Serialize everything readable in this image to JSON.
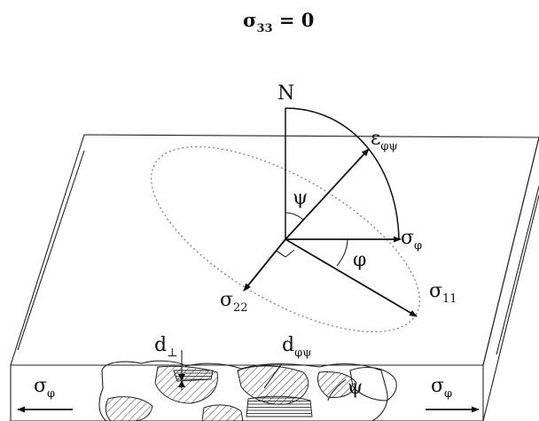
{
  "title": {
    "symbol": "σ",
    "subscript": "33",
    "rest": " = 0"
  },
  "labels": {
    "normal": "N",
    "epsilon": {
      "symbol": "ε",
      "subscript": "φψ"
    },
    "psi": "ψ",
    "sigma_phi_right_of_origin": {
      "symbol": "σ",
      "subscript": "φ"
    },
    "phi": "φ",
    "sigma_11": {
      "symbol": "σ",
      "subscript": "11"
    },
    "sigma_22": {
      "symbol": "σ",
      "subscript": "22"
    },
    "d_perp": {
      "symbol": "d",
      "subscript": "⊥"
    },
    "d_phipsi": {
      "symbol": "d",
      "subscript": "φψ"
    },
    "psi_grain": "ψ",
    "sigma_phi_left": {
      "symbol": "σ",
      "subscript": "φ"
    },
    "sigma_phi_right": {
      "symbol": "σ",
      "subscript": "φ"
    }
  },
  "colors": {
    "ink": "#111111",
    "dotted": "#777777",
    "background": "#ffffff"
  }
}
